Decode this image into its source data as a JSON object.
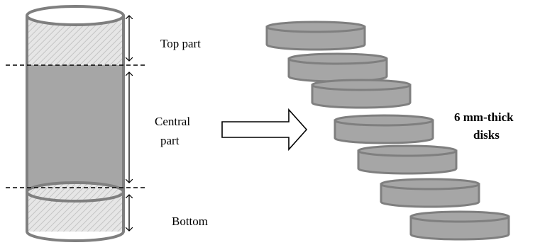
{
  "labels": {
    "top_part": "Top part",
    "central_part_line1": "Central",
    "central_part_line2": "part",
    "bottom": "Bottom",
    "disks_line1": "6 mm-thick",
    "disks_line2": "disks"
  },
  "colors": {
    "cylinder_outline": "#7f7f7f",
    "central_fill": "#a6a6a6",
    "hatch_fill": "#e6e6e6",
    "disk_top": "#a6a6a6",
    "disk_side": "#a6a6a6",
    "text": "#000000"
  },
  "disk_count": 7
}
